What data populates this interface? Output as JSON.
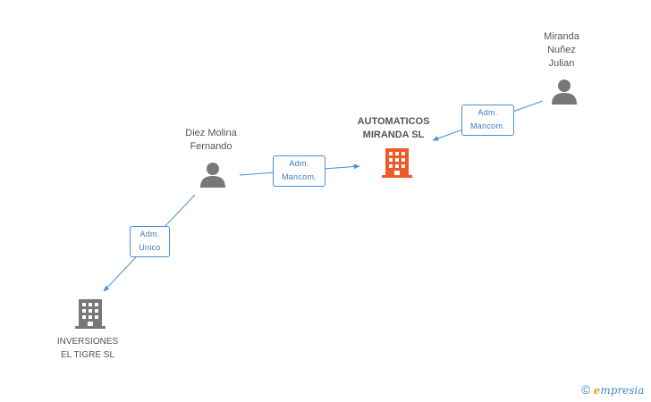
{
  "nodes": {
    "automaticos": {
      "label": "AUTOMATICOS\nMIRANDA SL",
      "kind": "company-main",
      "icon": "building-icon",
      "color": "#f05a28"
    },
    "diez": {
      "label": "Diez Molina\nFernando",
      "kind": "person",
      "icon": "person-icon",
      "color": "#777777"
    },
    "miranda": {
      "label": "Miranda\nNuñez\nJulian",
      "kind": "person",
      "icon": "person-icon",
      "color": "#777777"
    },
    "inversiones": {
      "label": "INVERSIONES\nEL TIGRE SL",
      "kind": "company",
      "icon": "building-icon",
      "color": "#777777"
    }
  },
  "edges": [
    {
      "from": "diez",
      "to": "automaticos",
      "line1": "Adm.",
      "line2": "Mancom."
    },
    {
      "from": "miranda",
      "to": "automaticos",
      "line1": "Adm.",
      "line2": "Mancom."
    },
    {
      "from": "diez",
      "to": "inversiones",
      "line1": "Adm.",
      "line2": "Unico"
    }
  ],
  "footer": {
    "copyright_symbol": "©",
    "brand_first": "e",
    "brand_rest": "mpresia"
  },
  "colors": {
    "edge": "#4a8fd8",
    "main_company": "#f05a28",
    "node_gray": "#777777"
  }
}
